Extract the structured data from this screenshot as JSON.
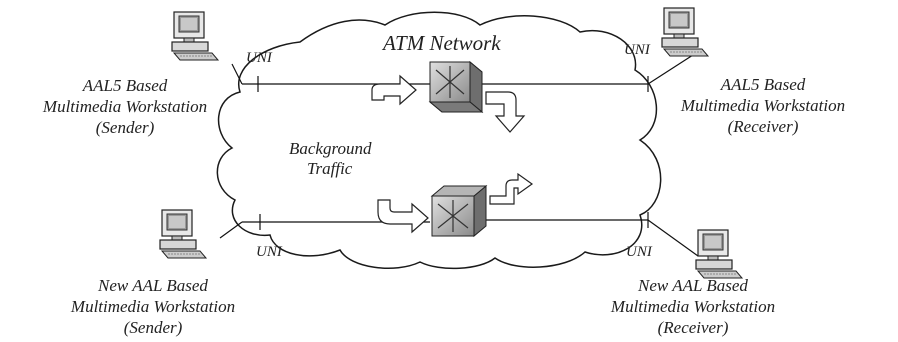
{
  "network_label": "ATM Network",
  "background_traffic": [
    "Background",
    "Traffic"
  ],
  "uni_label": "UNI",
  "workstations": {
    "top_left": [
      "AAL5 Based",
      "Multimedia Workstation",
      "(Sender)"
    ],
    "top_right": [
      "AAL5 Based",
      "Multimedia Workstation",
      "(Receiver)"
    ],
    "bottom_left": [
      "New  AAL  Based",
      "Multimedia Workstation",
      "(Sender)"
    ],
    "bottom_right": [
      "New  AAL  Based",
      "Multimedia Workstation",
      "(Receiver)"
    ]
  }
}
